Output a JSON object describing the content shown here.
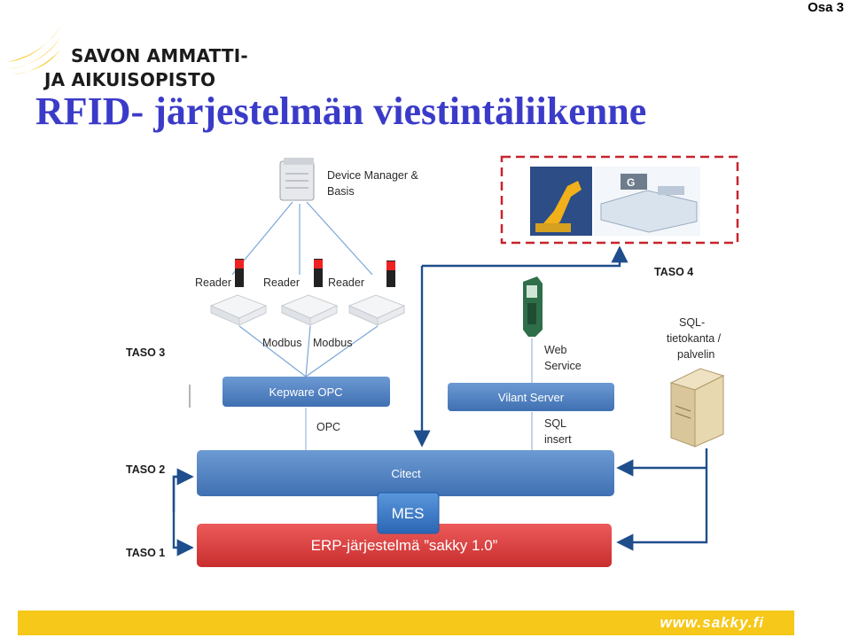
{
  "page": {
    "corner_label": "Osa 3",
    "title": "RFID- järjestelmän viestintäliikenne"
  },
  "logo": {
    "line1": "SAVON AMMATTI-",
    "line2": "JA AIKUISOPISTO"
  },
  "diagram": {
    "device_manager": {
      "line1": "Device Manager &",
      "line2": "Basis"
    },
    "readers": [
      "Reader",
      "Reader",
      "Reader"
    ],
    "modbus": [
      "Modbus",
      "Modbus"
    ],
    "levels": {
      "taso4": "TASO 4",
      "taso3": "TASO 3",
      "taso2": "TASO 2",
      "taso1": "TASO 1"
    },
    "kepware": "Kepware OPC",
    "vilant": "Vilant Server",
    "web_service": {
      "line1": "Web",
      "line2": "Service"
    },
    "opc": "OPC",
    "sql_insert": {
      "line1": "SQL",
      "line2": "insert"
    },
    "sql_db": {
      "line1": "SQL-",
      "line2": "tietokanta /",
      "line3": "palvelin"
    },
    "citect": "Citect",
    "mes": "MES",
    "erp": "ERP-järjestelmä ”sakky 1.0”"
  },
  "footer": {
    "url": "www.sakky.fi"
  },
  "colors": {
    "title": "#3b3bc9",
    "blue_box": "#4a7fc0",
    "red_box": "#d93a3a",
    "footer": "#f5c81a",
    "dashed": "#c8232c"
  }
}
